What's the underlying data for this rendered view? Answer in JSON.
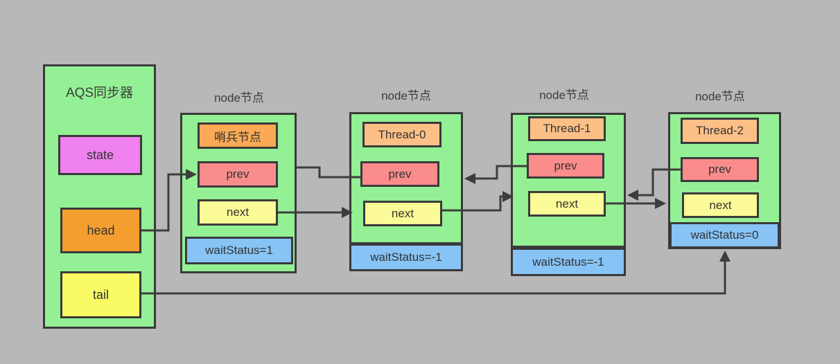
{
  "background": "#B8B8B8",
  "colors": {
    "node_fill": "#94F094",
    "state_fill": "#F082F0",
    "head_fill": "#F59E30",
    "tail_fill": "#FAFA64",
    "sentinel_fill": "#FAAA55",
    "thread_fill": "#FCC087",
    "prev_fill": "#FA8C8C",
    "next_fill": "#FAFA96",
    "wait_fill": "#87C3F5",
    "border": "#3A3A3A",
    "line": "#3D3D3D",
    "text": "#333333"
  },
  "aqs": {
    "title": "AQS同步器",
    "state_label": "state",
    "head_label": "head",
    "tail_label": "tail"
  },
  "nodes": [
    {
      "title": "node节点",
      "top_label": "哨兵节点",
      "prev_label": "prev",
      "next_label": "next",
      "wait_label": "waitStatus=1"
    },
    {
      "title": "node节点",
      "top_label": "Thread-0",
      "prev_label": "prev",
      "next_label": "next",
      "wait_label": "waitStatus=-1"
    },
    {
      "title": "node节点",
      "top_label": "Thread-1",
      "prev_label": "prev",
      "next_label": "next",
      "wait_label": "waitStatus=-1"
    },
    {
      "title": "node节点",
      "top_label": "Thread-2",
      "prev_label": "prev",
      "next_label": "next",
      "wait_label": "waitStatus=0"
    }
  ],
  "links": [
    {
      "from": "aqs.head",
      "to": "node1.prev",
      "arrow": "right"
    },
    {
      "from": "node2.prev",
      "to": "node1",
      "arrow": "none"
    },
    {
      "from": "node1.next",
      "to": "node2",
      "arrow": "right"
    },
    {
      "from": "node3.prev",
      "to": "node2",
      "arrow": "left"
    },
    {
      "from": "node2.next",
      "to": "node3",
      "arrow": "right"
    },
    {
      "from": "node4.prev",
      "to": "node3",
      "arrow": "left"
    },
    {
      "from": "node3.next",
      "to": "node4",
      "arrow": "right"
    },
    {
      "from": "aqs.tail",
      "to": "node4.waitStatus",
      "arrow": "up"
    }
  ]
}
